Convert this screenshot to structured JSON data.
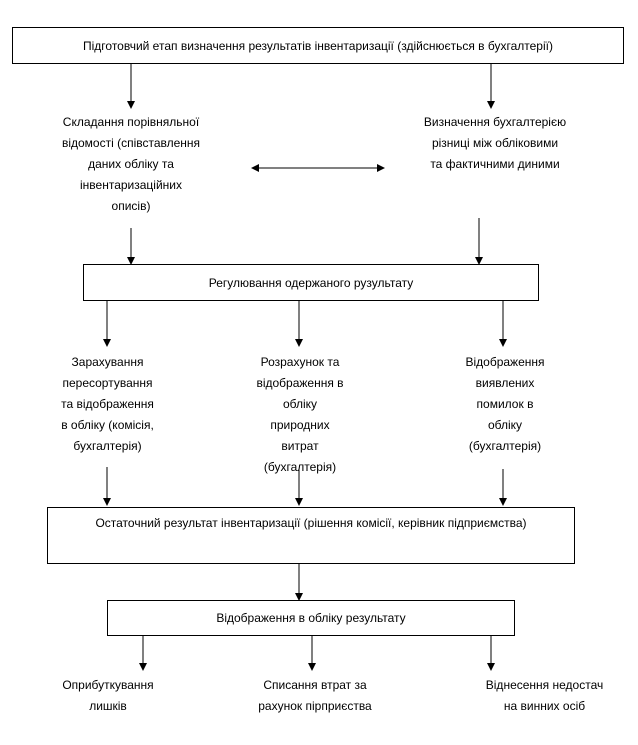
{
  "stage_prep": "Підготовчий етап визначення результатів інвентаризації (здійснюється в бухгалтерії)",
  "compare_sheet": "Складання порівняльної\nвідомості (співставлення\nданих обліку та\nінвентаризаційних\nописів)",
  "accounting_diff": "Визначення бухгалтерією\nрізниці між обліковими\nта фактичними диними",
  "regulation": "Регулювання одержаного рузультату",
  "resorting": "Зарахування\nпересортування\nта відображення\nв обліку (комісія,\nбухгалтерія)",
  "natural_loss": "Розрахунок та\nвідображення в\nобліку\nприродних\nвитрат\n(бухгалтерія)",
  "errors": "Відображення\nвиявлених\nпомилок в\nобліку\n(бухгалтерія)",
  "final_result": "Остаточний результат інвентаризації (рішення комісії, керівник підприємства)",
  "record_result": "Відображення в обліку результату",
  "surplus": "Оприбуткування\nлишків",
  "write_off": "Списання втрат за\nрахунок пірприєства",
  "guilty": "Віднесення недостач\nна винних осіб"
}
